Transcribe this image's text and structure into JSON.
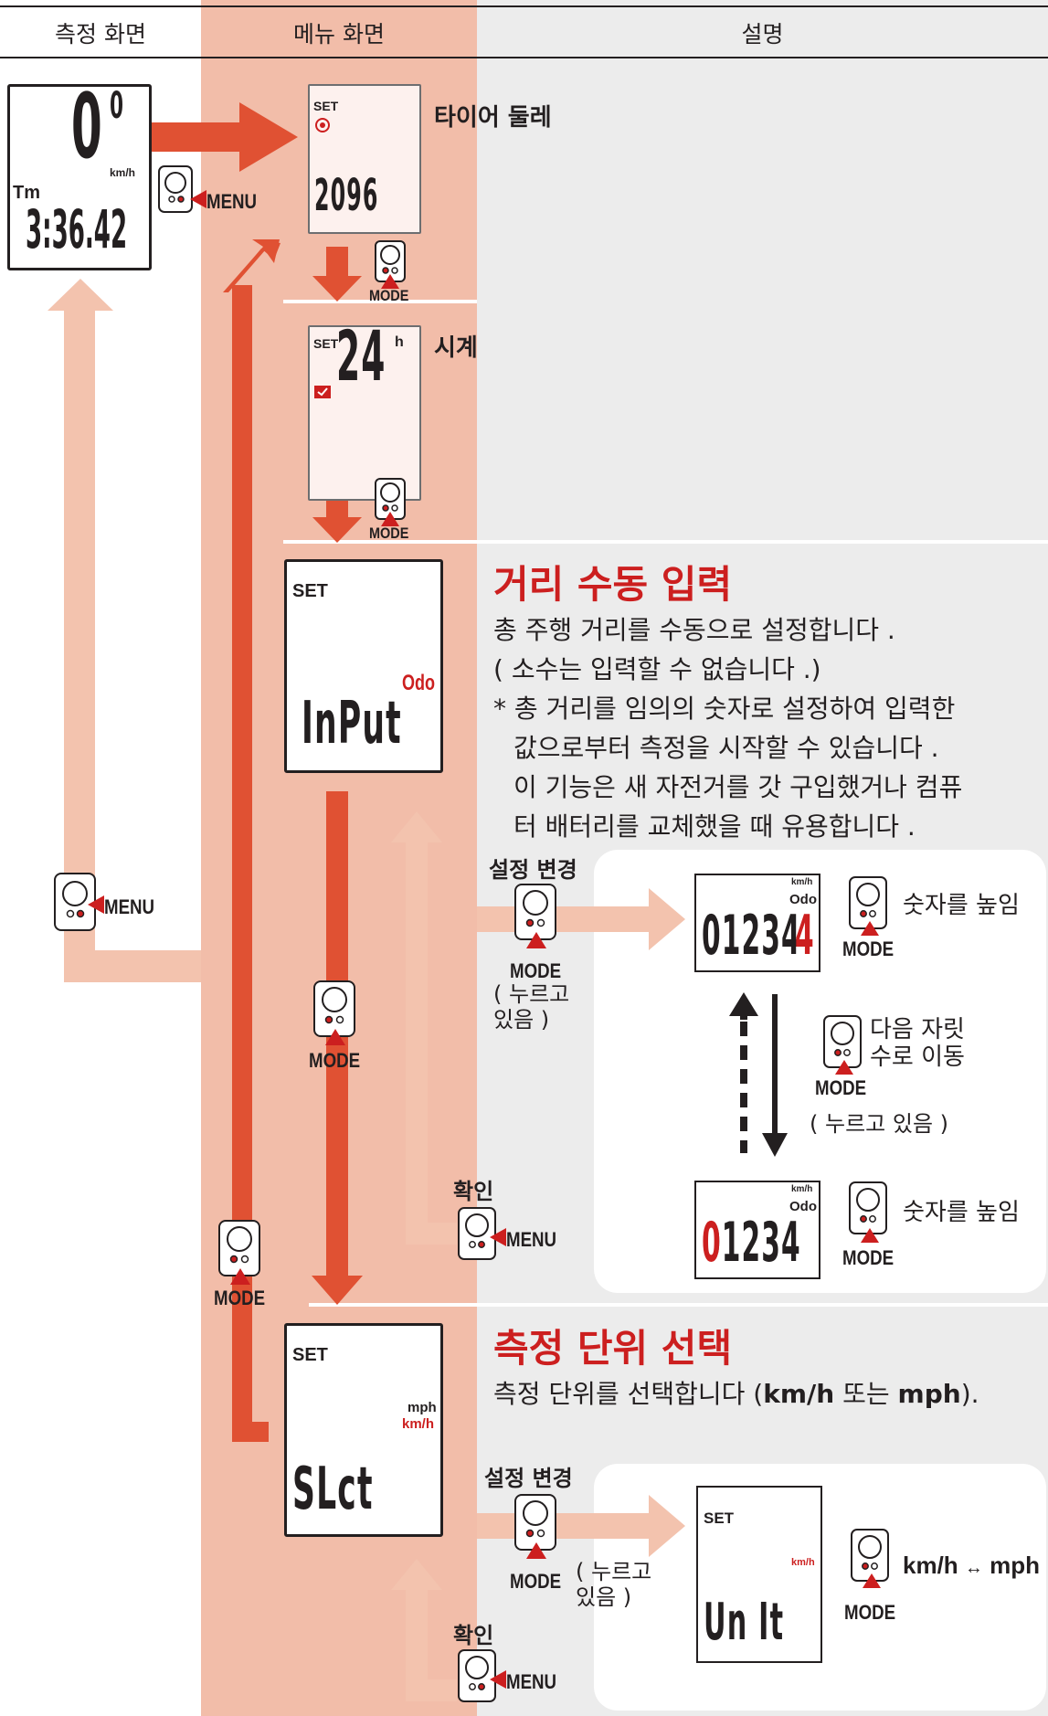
{
  "header": {
    "col1": "측정 화면",
    "col2": "메뉴 화면",
    "col3": "설명"
  },
  "measure_screen": {
    "speed": "0",
    "speed_small": "0",
    "unit": "km/h",
    "tm_label": "Tm",
    "time": "3:36.42"
  },
  "buttons": {
    "menu": "MENU",
    "mode": "MODE",
    "hold": "( 누르고 있음 )",
    "hold_line1": "( 누르고",
    "hold_line2": "있음 )"
  },
  "tire": {
    "set": "SET",
    "value": "2096",
    "title": "타이어 둘레"
  },
  "clock": {
    "set": "SET",
    "value": "24",
    "h": "h",
    "title": "시계"
  },
  "odo_input": {
    "set": "SET",
    "odo": "Odo",
    "display": "InPut",
    "title": "거리 수동 입력",
    "desc": [
      "총 주행 거리를 수동으로 설정합니다 .",
      "( 소수는 입력할 수 없습니다 .)",
      "* 총 거리를 임의의 숫자로 설정하여 입력한",
      "값으로부터 측정을 시작할 수 있습니다 .",
      "이 기능은 새 자전거를 갓 구입했거나 컴퓨",
      "터 배터리를 교체했을 때 유용합니다 ."
    ],
    "change_label": "설정 변경",
    "confirm_label": "확인",
    "panel_unit": "km/h",
    "panel_odo": "Odo",
    "panel_value_top": "01234",
    "panel_value_bot": "01234",
    "increase": "숫자를 높임",
    "next_digit_1": "다음 자릿",
    "next_digit_2": "수로 이동"
  },
  "unit_select": {
    "set": "SET",
    "mph": "mph",
    "kmh": "km/h",
    "display": "SLct",
    "title": "측정 단위 선택",
    "desc_pre": "측정 단위를 선택합니다 (",
    "desc_b1": "km/h",
    "desc_mid": " 또는 ",
    "desc_b2": "mph",
    "desc_post": ").",
    "change_label": "설정 변경",
    "confirm_label": "확인",
    "panel_set": "SET",
    "panel_kmh": "km/h",
    "panel_display": "Un It",
    "toggle_a": "km/h",
    "toggle_arrow": "↔",
    "toggle_b": "mph"
  },
  "colors": {
    "accent_red": "#cc1f1f",
    "arrow_dark": "#e05133",
    "arrow_light": "#f3c3ae",
    "menu_column": "#f2bda9",
    "desc_column": "#ececec"
  }
}
